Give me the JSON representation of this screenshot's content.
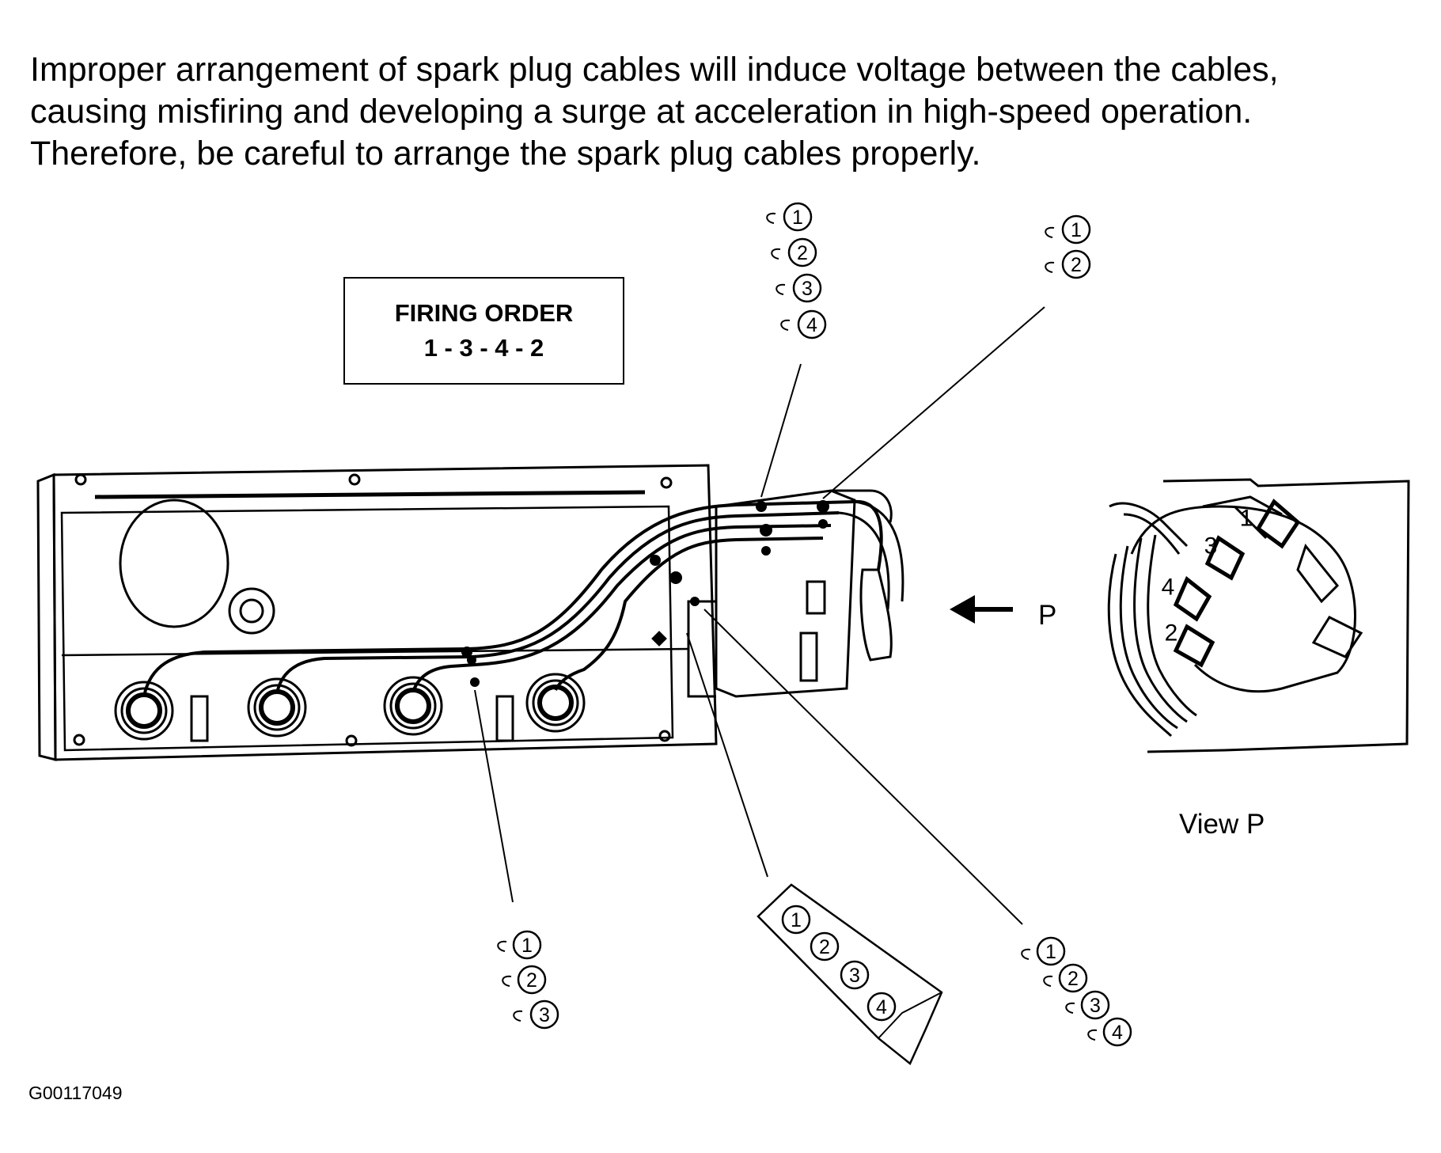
{
  "intro_lines": [
    "Improper arrangement of spark plug cables will induce voltage between the cables,",
    "causing misfiring and developing a surge at acceleration in high-speed operation.",
    "Therefore, be careful to arrange the spark plug cables properly."
  ],
  "firing_order": {
    "title": "FIRING ORDER",
    "sequence": "1 - 3 - 4 - 2"
  },
  "view_arrow_label": "P",
  "inset_caption": "View P",
  "figure_code": "G00117049",
  "clamp_callouts": {
    "clamp_4_cable_top": [
      "1",
      "2",
      "3",
      "4"
    ],
    "clamp_2_cable_top": [
      "1",
      "2"
    ],
    "clamp_3_cable_bottom": [
      "1",
      "2",
      "3"
    ],
    "clamp_4_cable_strip": [
      "1",
      "2",
      "3",
      "4"
    ],
    "clamp_4_cable_bottom_right": [
      "1",
      "2",
      "3",
      "4"
    ]
  },
  "distributor_terminals": [
    "1",
    "3",
    "4",
    "2"
  ]
}
